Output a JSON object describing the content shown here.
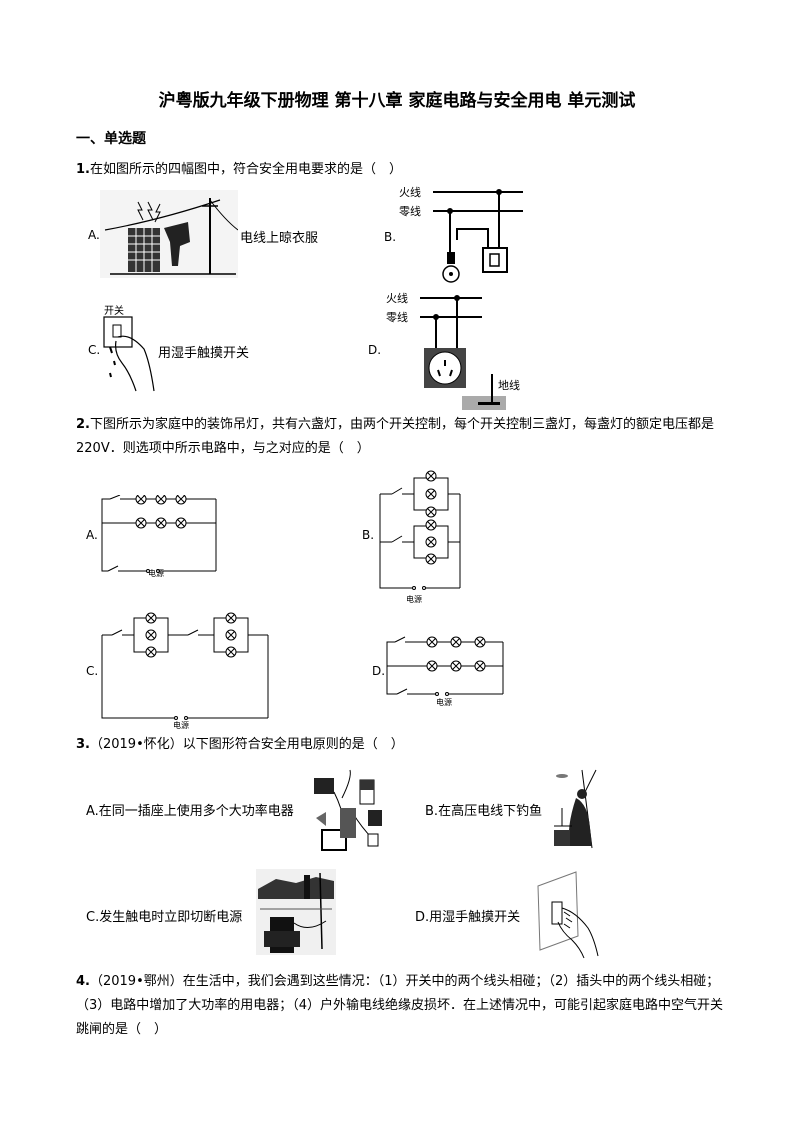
{
  "title": "沪粤版九年级下册物理 第十八章 家庭电路与安全用电 单元测试",
  "section": "一、单选题",
  "questions": [
    {
      "number": "1.",
      "text": "在如图所示的四幅图中，符合安全用电要求的是（　）",
      "options": [
        {
          "label": "A.",
          "caption": "电线上晾衣服",
          "icon": "clothes-on-power-line-picture"
        },
        {
          "label": "B.",
          "caption": "",
          "live": "火线",
          "neutral": "零线",
          "icon": "lamp-switch-circuit-diagram"
        },
        {
          "label": "C.",
          "caption": "用湿手触摸开关",
          "switch_label": "开关",
          "icon": "wet-hand-switch-picture"
        },
        {
          "label": "D.",
          "caption": "",
          "live": "火线",
          "neutral": "零线",
          "ground": "地线",
          "icon": "socket-ground-circuit-diagram"
        }
      ]
    },
    {
      "number": "2.",
      "text": "下图所示为家庭中的装饰吊灯，共有六盏灯，由两个开关控制，每个开关控制三盏灯，每盏灯的额定电压都是 220V．则选项中所示电路中，与之对应的是（　）",
      "power_label": "电源",
      "options": [
        {
          "label": "A.",
          "icon": "series-lamps-circuit-a"
        },
        {
          "label": "B.",
          "icon": "parallel-lamps-circuit-b"
        },
        {
          "label": "C.",
          "icon": "parallel-groups-circuit-c"
        },
        {
          "label": "D.",
          "icon": "series-lamps-circuit-d"
        }
      ]
    },
    {
      "number": "3.",
      "text": "（2019•怀化）以下图形符合安全用电原则的是（　）",
      "options": [
        {
          "label": "A.",
          "caption": "在同一插座上使用多个大功率电器",
          "icon": "overloaded-socket-picture"
        },
        {
          "label": "B.",
          "caption": "在高压电线下钓鱼",
          "icon": "fishing-under-power-line-picture"
        },
        {
          "label": "C.",
          "caption": "发生触电时立即切断电源",
          "icon": "cut-power-picture"
        },
        {
          "label": "D.",
          "caption": "用湿手触摸开关",
          "icon": "wet-hand-switch-picture"
        }
      ]
    },
    {
      "number": "4.",
      "text": "（2019•鄂州）在生活中，我们会遇到这些情况：（1）开关中的两个线头相碰；（2）插头中的两个线头相碰；（3）电路中增加了大功率的用电器；（4）户外输电线绝缘皮损坏．在上述情况中，可能引起家庭电路中空气开关跳闸的是（　）"
    }
  ]
}
